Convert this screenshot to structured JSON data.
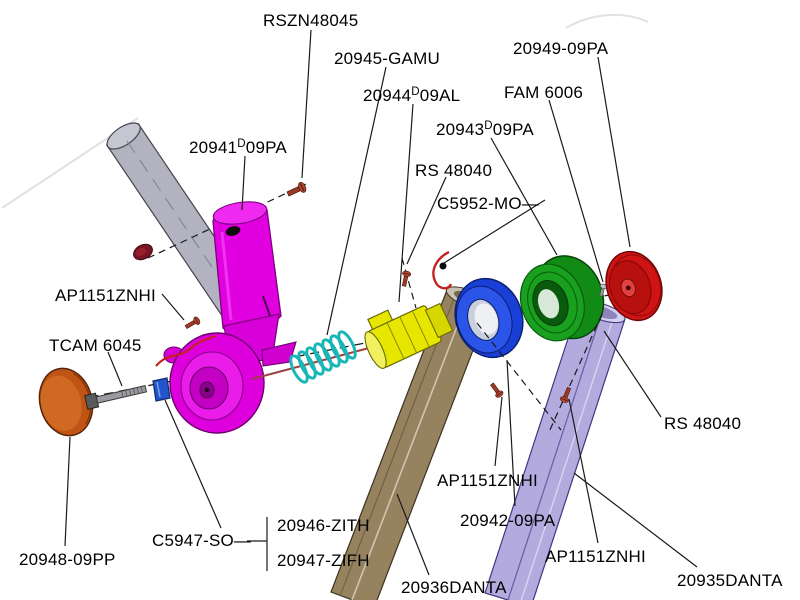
{
  "labels": {
    "rszn48045": {
      "text": "RSZN48045"
    },
    "p20945": {
      "text": "20945-GAMU"
    },
    "p20949": {
      "text": "20949-09PA"
    },
    "p20944": {
      "pre": "20944",
      "sup": "D",
      "post": "09AL"
    },
    "fam6006": {
      "text": "FAM 6006"
    },
    "p20943": {
      "pre": "20943",
      "sup": "D",
      "post": "09PA"
    },
    "p20941": {
      "pre": "20941",
      "sup": "D",
      "post": "09PA"
    },
    "rs48040_top": {
      "text": "RS 48040"
    },
    "c5952": {
      "text": "C5952-MO—"
    },
    "ap1151_left": {
      "text": "AP1151ZNHI"
    },
    "tcam6045": {
      "text": "TCAM 6045"
    },
    "rs48040_right": {
      "text": "RS 48040"
    },
    "ap1151_center": {
      "text": "AP1151ZNHI"
    },
    "p20942": {
      "text": "20942-09PA"
    },
    "c5947": {
      "text": "C5947-SO—"
    },
    "p20946": {
      "text": "20946-ZITH"
    },
    "p20947": {
      "text": "20947-ZIFH"
    },
    "ap1151_bottom": {
      "text": "AP1151ZNHI"
    },
    "p20948": {
      "text": "20948-09PP"
    },
    "p20936": {
      "text": "20936DANTA"
    },
    "p20935": {
      "text": "20935DANTA"
    }
  },
  "colors": {
    "background": "#ffffff",
    "frame_tube_gray": "#b2b2c0",
    "housing_magenta": "#e000e0",
    "cap_maroon": "#7a1423",
    "spring_cyan": "#1ab5b5",
    "sleeve_yellow": "#e6e600",
    "ring_blue": "#1a3fd6",
    "drum_green": "#128a16",
    "cap_red": "#d01414",
    "cap_orange": "#bf5415",
    "tube_brown": "#96825f",
    "tube_purple": "#b3abdd",
    "screw_red": "#9c3a2a",
    "wire_red": "#c42222",
    "clip_blue": "#2255cc",
    "line_black": "#1a1a1a"
  }
}
